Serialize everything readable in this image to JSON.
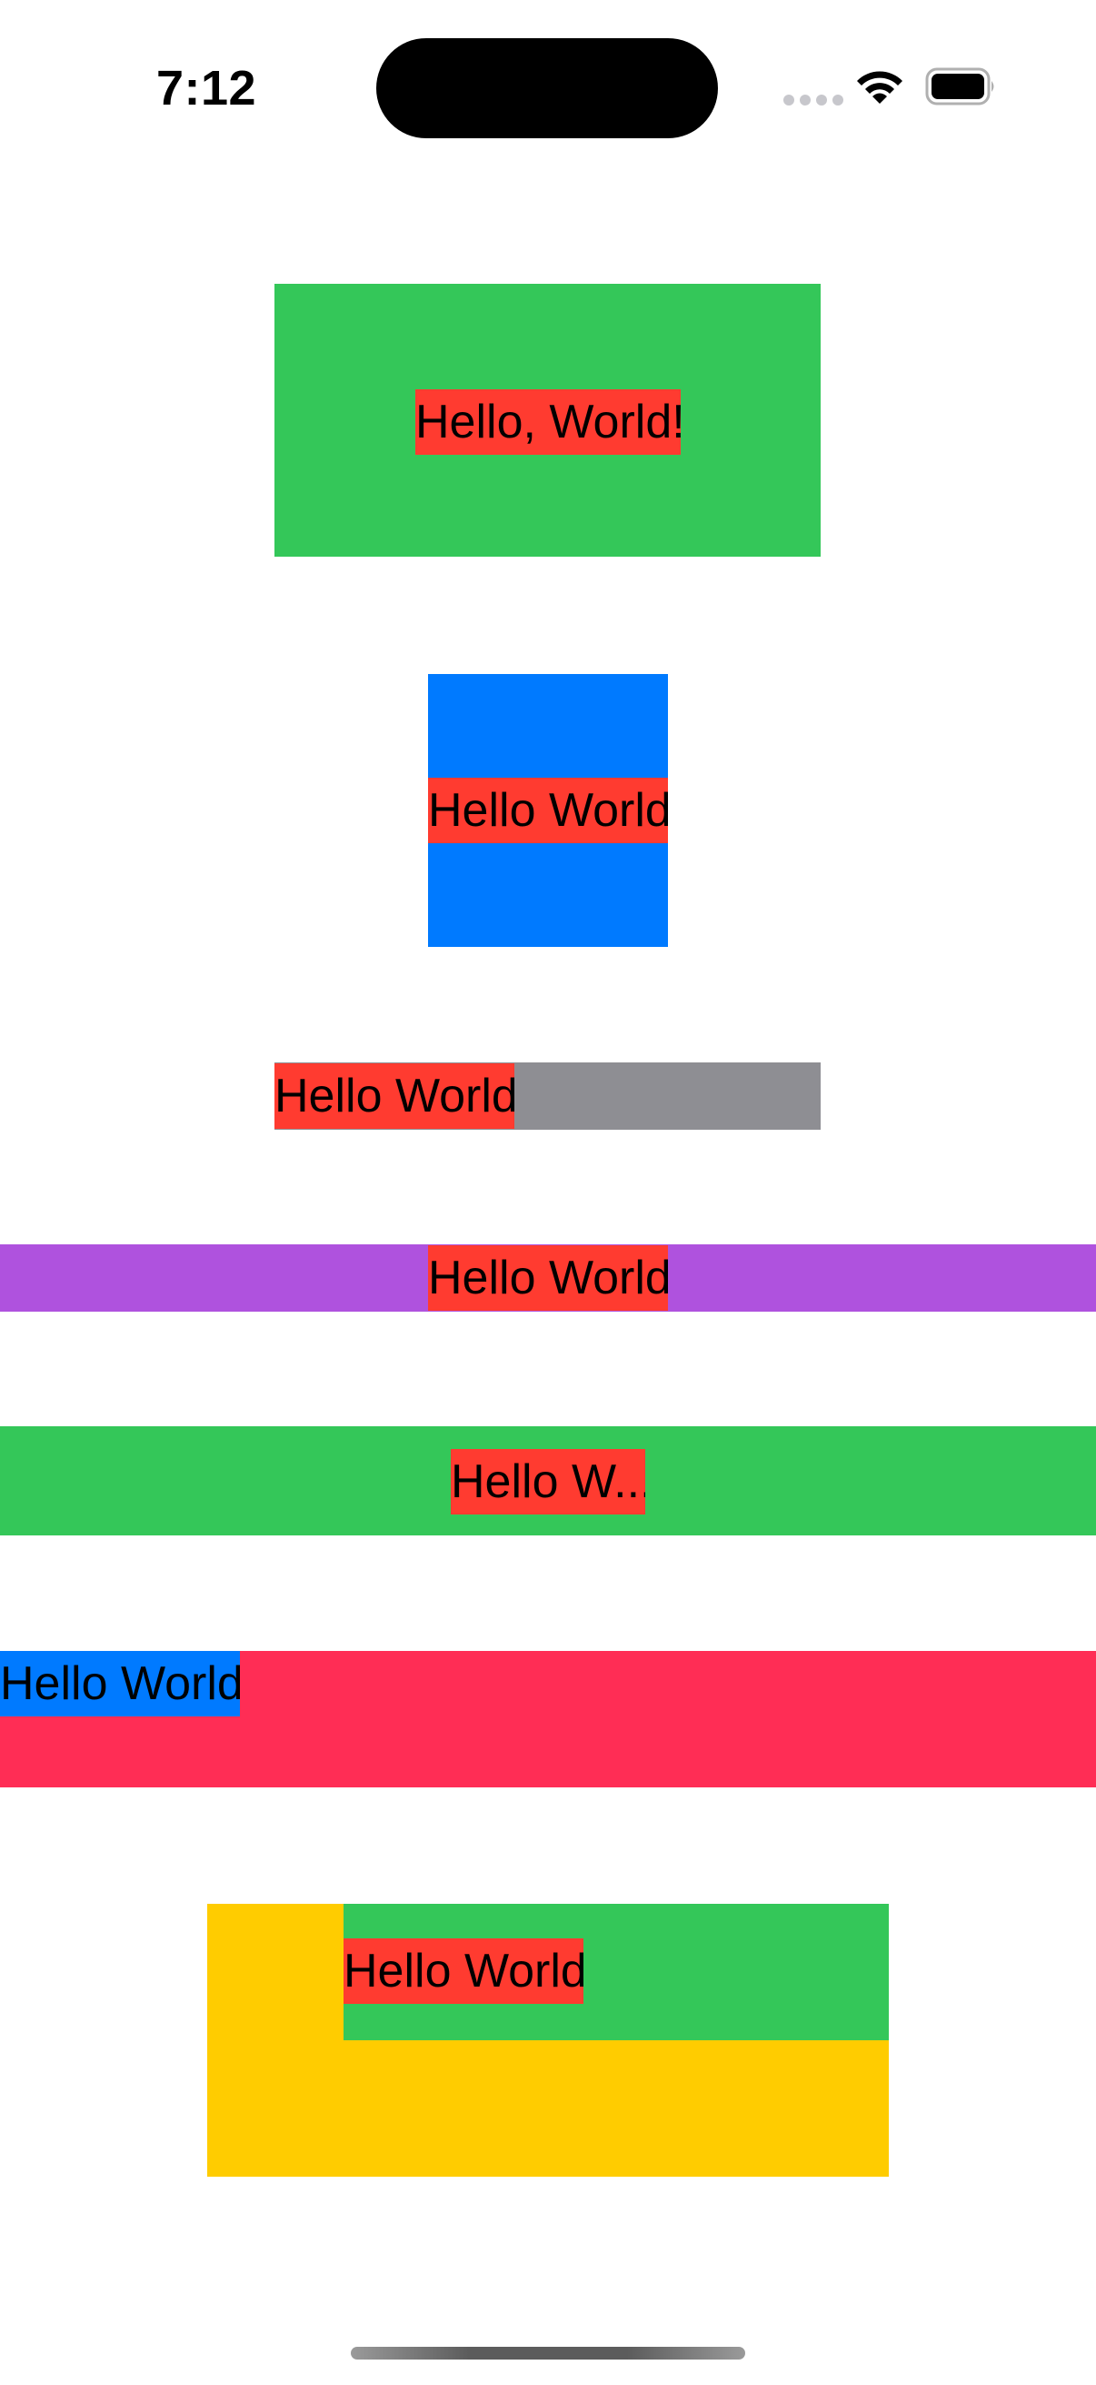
{
  "status_bar": {
    "time": "7:12",
    "icons": [
      "cellular-dots-icon",
      "wifi-icon",
      "battery-icon"
    ]
  },
  "colors": {
    "green": "#34c759",
    "blue": "#007aff",
    "red": "#ff3b30",
    "gray": "#8e8e93",
    "purple": "#af52de",
    "pink": "#ff2d55",
    "yellow": "#ffcc00"
  },
  "examples": [
    {
      "text": "Hello, World!"
    },
    {
      "text": "Hello World"
    },
    {
      "text": "Hello World"
    },
    {
      "text": "Hello World"
    },
    {
      "text": "Hello W..."
    },
    {
      "text": "Hello World"
    },
    {
      "text": "Hello World"
    }
  ]
}
